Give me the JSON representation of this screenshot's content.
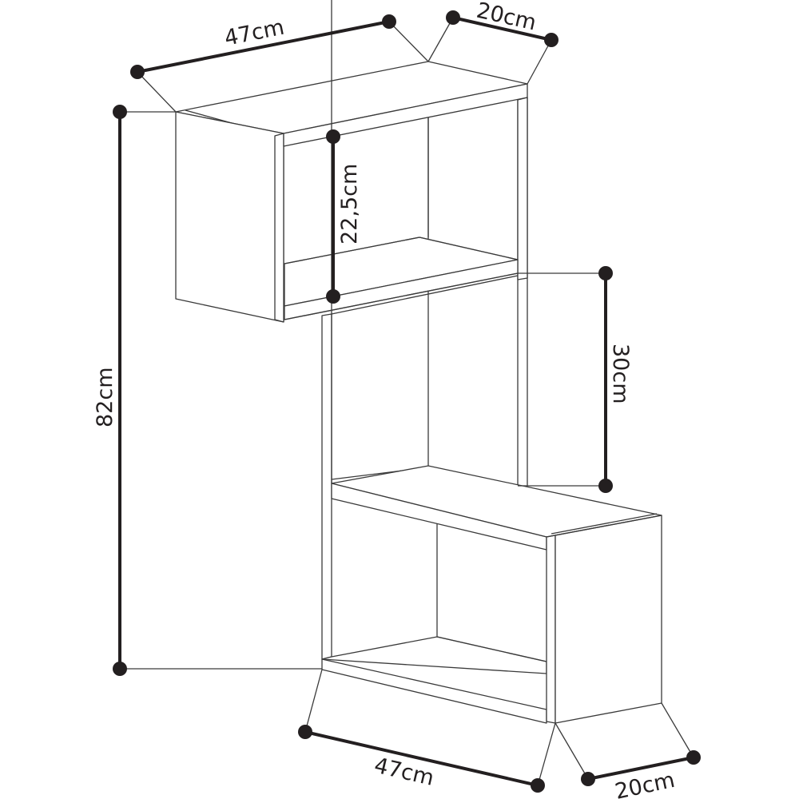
{
  "diagram": {
    "type": "furniture-dimension-drawing",
    "subject": "staggered two-cube wall shelf",
    "colors": {
      "line": "#3a3a3a",
      "dimension": "#231f20",
      "background": "#ffffff"
    },
    "dimensions": {
      "top_width": "47cm",
      "top_depth": "20cm",
      "upper_compartment_height": "22,5cm",
      "middle_gap_height": "30cm",
      "total_height": "82cm",
      "bottom_width": "47cm",
      "bottom_depth": "20cm"
    }
  }
}
